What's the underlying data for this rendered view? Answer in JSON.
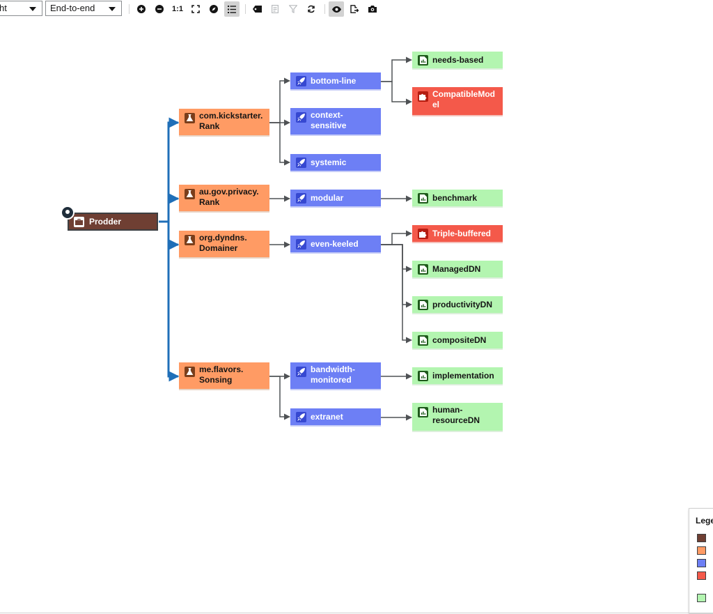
{
  "toolbar": {
    "dropdown_1_value": "ht",
    "dropdown_2_value": "End-to-end",
    "buttons": [
      {
        "icon": "zoom-in-icon"
      },
      {
        "icon": "zoom-out-icon"
      },
      {
        "label": "1:1"
      },
      {
        "icon": "fit-to-screen-icon"
      },
      {
        "icon": "compass-icon"
      },
      {
        "icon": "list-icon",
        "active": true
      },
      {
        "icon": "tag-icon"
      },
      {
        "icon": "document-icon",
        "disabled": true
      },
      {
        "icon": "filter-icon",
        "disabled": true
      },
      {
        "icon": "refresh-icon"
      },
      {
        "icon": "eye-icon",
        "active": true
      },
      {
        "icon": "export-icon"
      },
      {
        "icon": "camera-icon"
      }
    ]
  },
  "graph": {
    "nodes": [
      {
        "id": "app",
        "label": "Prodder",
        "kind": "app"
      },
      {
        "id": "v1",
        "label": "com.kickstarter.\nRank",
        "kind": "version"
      },
      {
        "id": "v2",
        "label": "au.gov.privacy.\nRank",
        "kind": "version"
      },
      {
        "id": "v3",
        "label": "org.dyndns.\nDomainer",
        "kind": "version"
      },
      {
        "id": "v4",
        "label": "me.flavors.\nSonsing",
        "kind": "version"
      },
      {
        "id": "w1",
        "label": "bottom-line",
        "kind": "workload"
      },
      {
        "id": "w2",
        "label": "context-\nsensitive",
        "kind": "workload"
      },
      {
        "id": "w3",
        "label": "systemic",
        "kind": "workload"
      },
      {
        "id": "w4",
        "label": "modular",
        "kind": "workload"
      },
      {
        "id": "w5",
        "label": "even-keeled",
        "kind": "workload"
      },
      {
        "id": "w6",
        "label": "bandwidth-\nmonitored",
        "kind": "workload"
      },
      {
        "id": "w7",
        "label": "extranet",
        "kind": "workload"
      },
      {
        "id": "s1",
        "label": "needs-based",
        "kind": "service"
      },
      {
        "id": "e1",
        "label": "CompatibleMod\nel",
        "kind": "ext"
      },
      {
        "id": "s2",
        "label": "benchmark",
        "kind": "service"
      },
      {
        "id": "e2",
        "label": "Triple-buffered",
        "kind": "ext"
      },
      {
        "id": "s3",
        "label": "ManagedDN",
        "kind": "service"
      },
      {
        "id": "s4",
        "label": "productivityDN",
        "kind": "service"
      },
      {
        "id": "s5",
        "label": "compositeDN",
        "kind": "service"
      },
      {
        "id": "s6",
        "label": "implementation",
        "kind": "service"
      },
      {
        "id": "s7",
        "label": "human-\nresourceDN",
        "kind": "service"
      }
    ],
    "edges": [
      {
        "from": "app",
        "to": "v1"
      },
      {
        "from": "app",
        "to": "v2"
      },
      {
        "from": "app",
        "to": "v3"
      },
      {
        "from": "app",
        "to": "v4"
      },
      {
        "from": "v1",
        "to": "w1"
      },
      {
        "from": "v1",
        "to": "w2"
      },
      {
        "from": "v1",
        "to": "w3"
      },
      {
        "from": "v2",
        "to": "w4"
      },
      {
        "from": "v3",
        "to": "w5"
      },
      {
        "from": "v4",
        "to": "w6"
      },
      {
        "from": "v4",
        "to": "w7"
      },
      {
        "from": "w1",
        "to": "s1"
      },
      {
        "from": "w1",
        "to": "e1"
      },
      {
        "from": "w4",
        "to": "s2"
      },
      {
        "from": "w5",
        "to": "e2"
      },
      {
        "from": "w5",
        "to": "s3"
      },
      {
        "from": "w5",
        "to": "s4"
      },
      {
        "from": "w5",
        "to": "s5"
      },
      {
        "from": "w6",
        "to": "s6"
      },
      {
        "from": "w7",
        "to": "s7"
      }
    ]
  },
  "legend": {
    "title": "Lege",
    "swatch_colors": [
      "#6f3f33",
      "#ff9b64",
      "#6d7ff5",
      "#f4594a",
      "#b3f5b0"
    ]
  },
  "colors": {
    "app": "#6f3f33",
    "version": "#ff9b64",
    "workload": "#6d7ff5",
    "external": "#f4594a",
    "service": "#b3f5b0",
    "edge_primary": "#1f6fb8",
    "edge_secondary": "#4f5255"
  }
}
